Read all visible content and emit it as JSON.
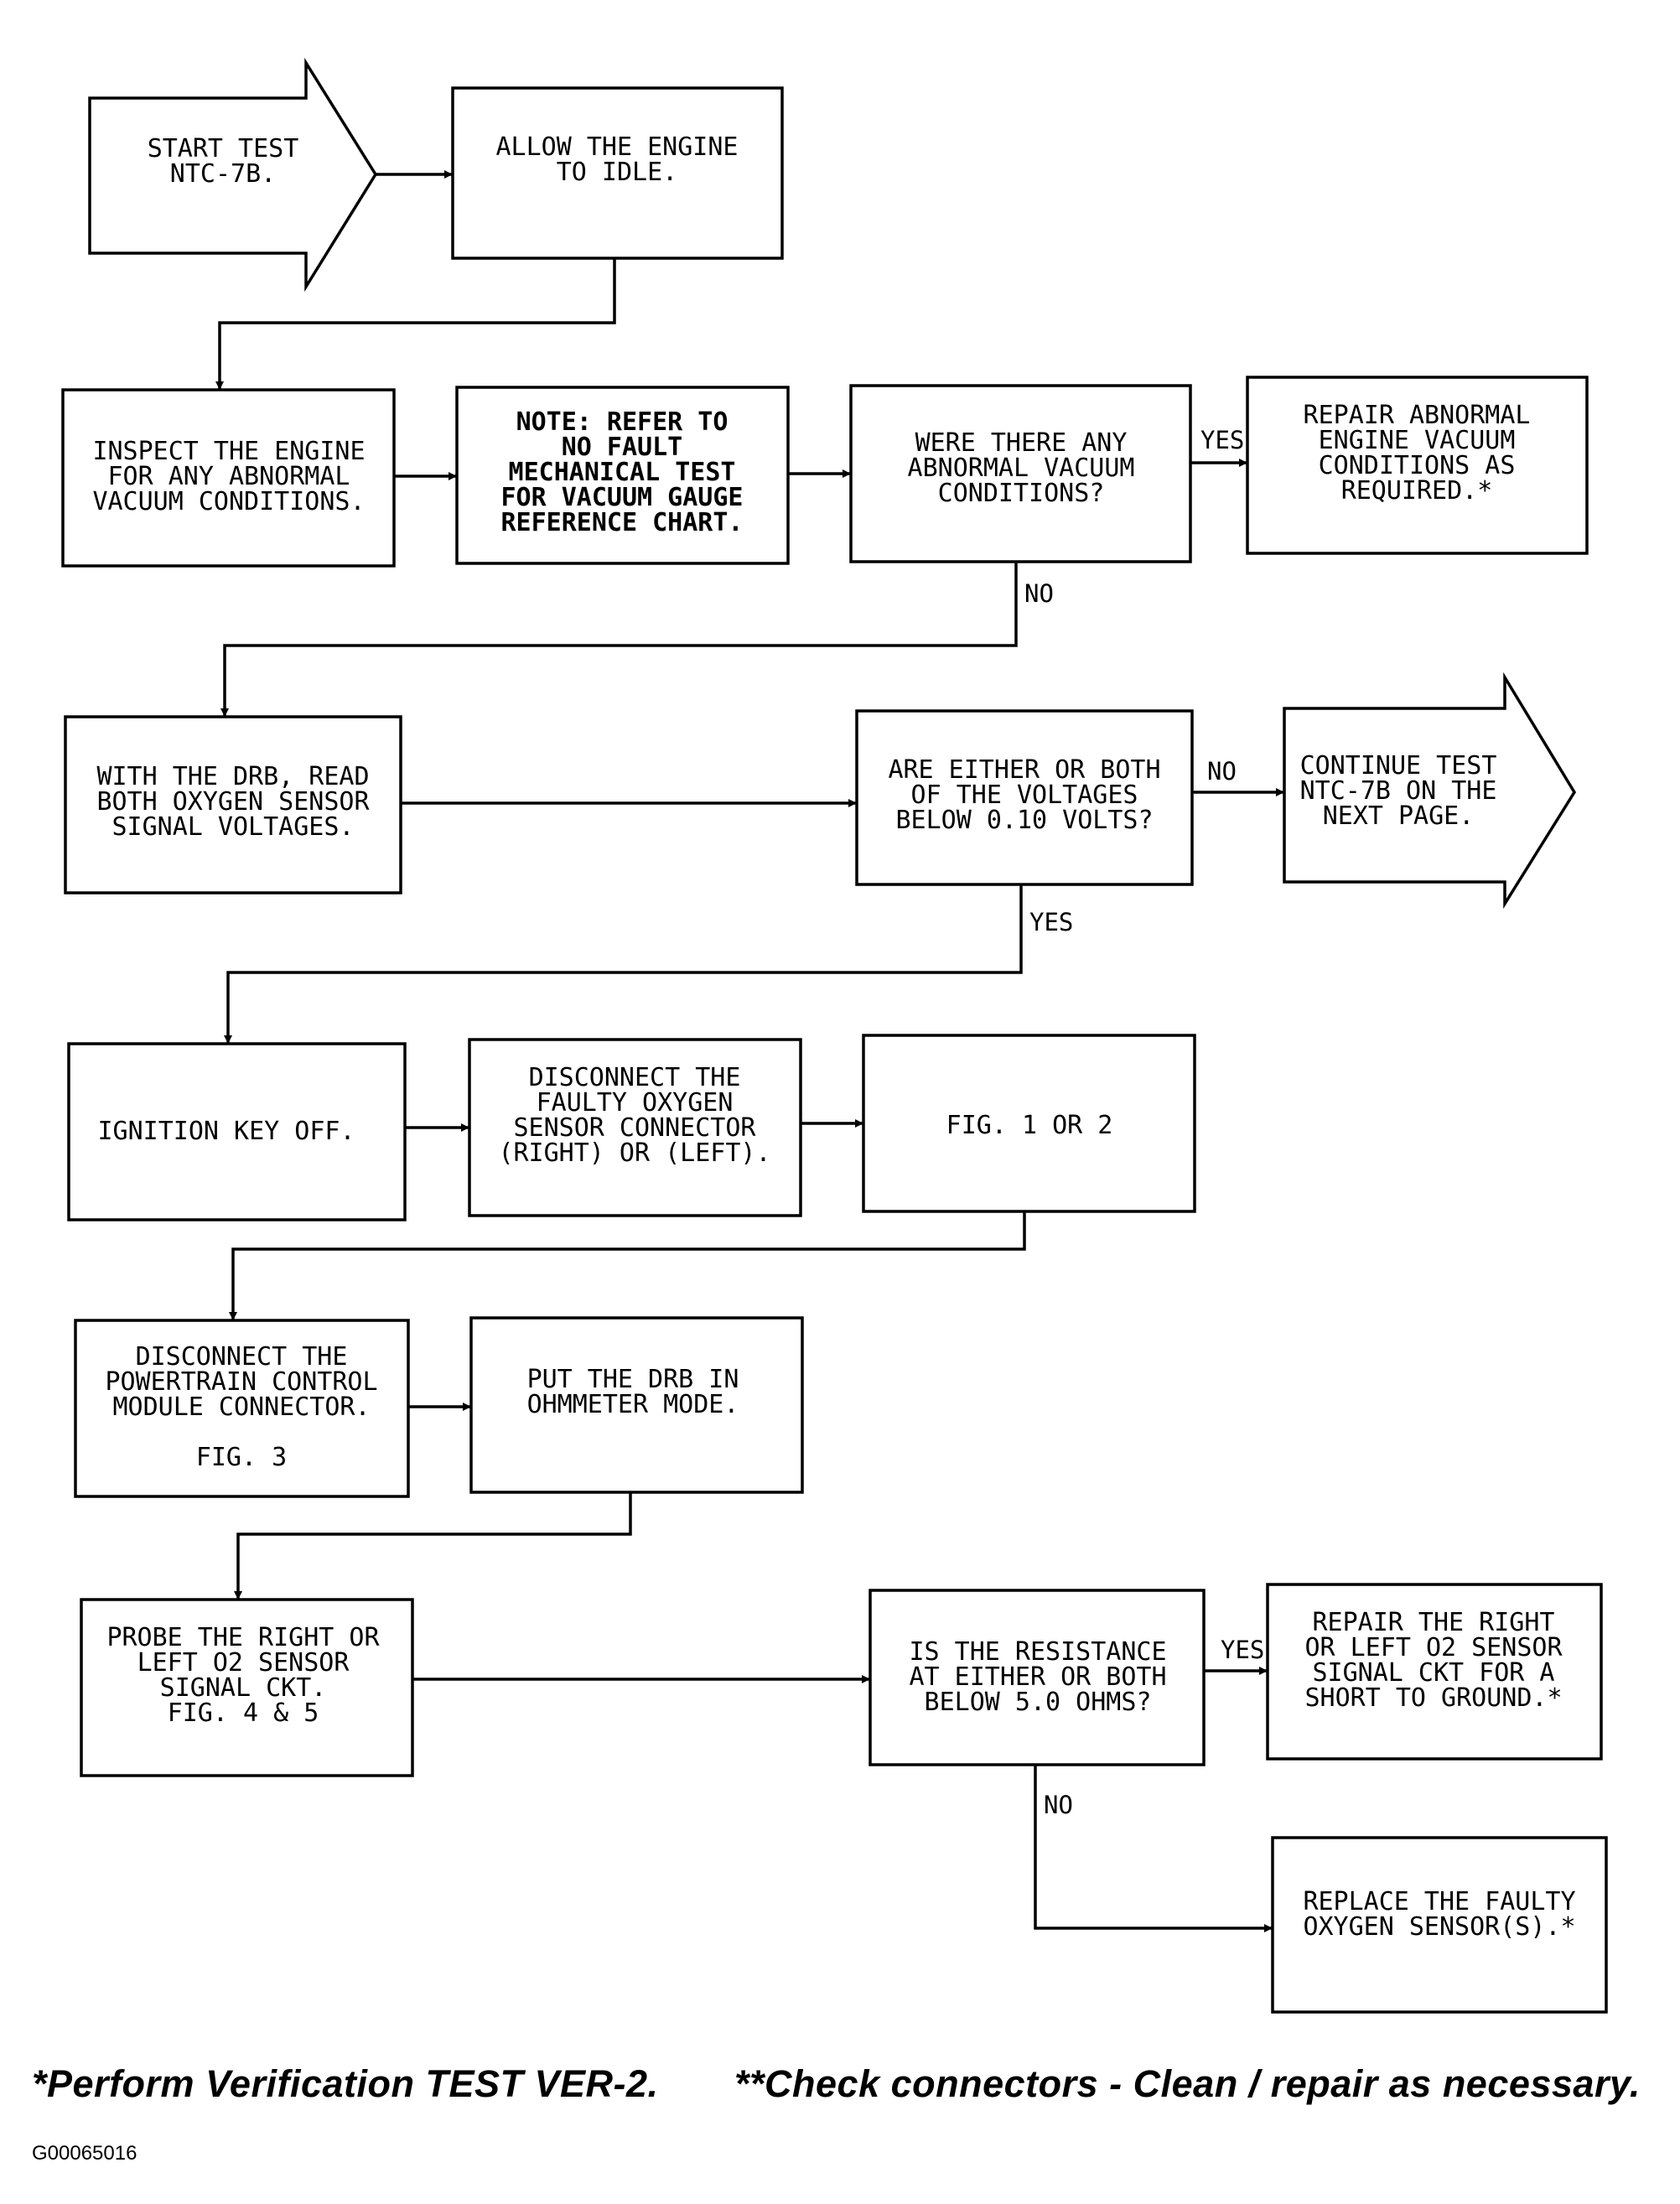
{
  "boxes": {
    "start": [
      "START TEST",
      "NTC-7B."
    ],
    "allow_idle": [
      "ALLOW THE ENGINE",
      "TO IDLE."
    ],
    "inspect_engine": [
      "INSPECT THE ENGINE",
      "FOR ANY ABNORMAL",
      "VACUUM CONDITIONS."
    ],
    "note": [
      "NOTE: REFER TO",
      "NO FAULT",
      "MECHANICAL TEST",
      "FOR VACUUM GAUGE",
      "REFERENCE CHART."
    ],
    "vacuum_question": [
      "WERE THERE ANY",
      "ABNORMAL VACUUM",
      "CONDITIONS?"
    ],
    "repair_vacuum": [
      "REPAIR ABNORMAL",
      "ENGINE VACUUM",
      "CONDITIONS AS",
      "REQUIRED.*"
    ],
    "read_voltages": [
      "WITH THE DRB, READ",
      "BOTH OXYGEN SENSOR",
      "SIGNAL VOLTAGES."
    ],
    "voltage_question": [
      "ARE EITHER OR BOTH",
      "OF THE VOLTAGES",
      "BELOW 0.10 VOLTS?"
    ],
    "continue": [
      "CONTINUE TEST",
      "NTC-7B ON THE",
      "NEXT PAGE."
    ],
    "ignition_off": [
      "IGNITION KEY OFF."
    ],
    "disconnect_o2": [
      "DISCONNECT THE",
      "FAULTY OXYGEN",
      "SENSOR CONNECTOR",
      "(RIGHT) OR (LEFT)."
    ],
    "fig_1_2": [
      "FIG. 1 OR 2"
    ],
    "disconnect_pcm": [
      "DISCONNECT THE",
      "POWERTRAIN CONTROL",
      "MODULE CONNECTOR.",
      "",
      "FIG. 3"
    ],
    "ohmmeter": [
      "PUT THE DRB IN",
      "OHMMETER MODE."
    ],
    "probe": [
      "PROBE THE RIGHT OR",
      "LEFT O2 SENSOR",
      "SIGNAL CKT.",
      "FIG. 4 & 5"
    ],
    "resistance_question": [
      "IS THE RESISTANCE",
      "AT EITHER OR BOTH",
      "BELOW 5.0 OHMS?"
    ],
    "repair_short": [
      "REPAIR THE RIGHT",
      "OR LEFT O2 SENSOR",
      "SIGNAL CKT FOR A",
      "SHORT TO GROUND.*"
    ],
    "replace_sensor": [
      "REPLACE THE FAULTY",
      "OXYGEN SENSOR(S).*"
    ]
  },
  "labels": {
    "yes_1": "YES",
    "no_1": "NO",
    "no_2": "NO",
    "yes_2": "YES",
    "yes_3": "YES",
    "no_3": "NO"
  },
  "footer": {
    "left": "*Perform Verification TEST VER-2.",
    "right": "**Check connectors - Clean / repair as necessary.",
    "figure_id": "G00065016"
  }
}
